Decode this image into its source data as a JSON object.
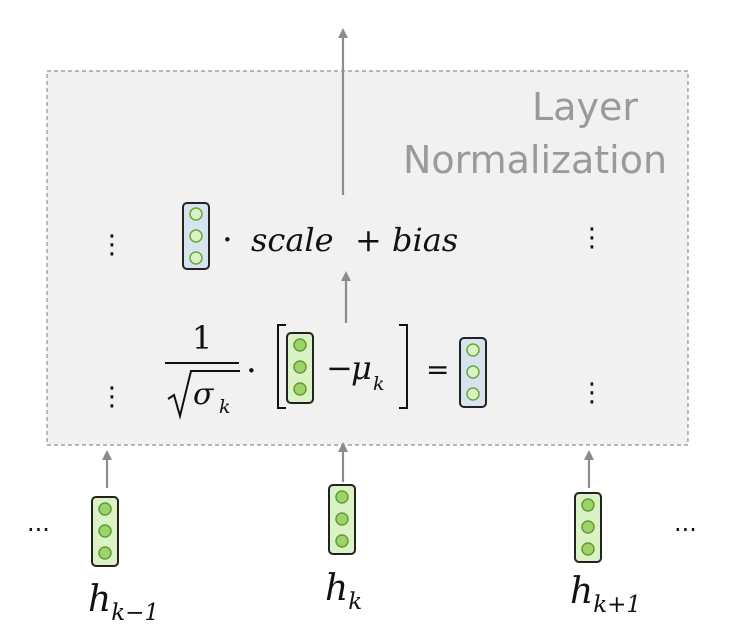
{
  "title": {
    "line1": "Layer",
    "line2": "Normalization"
  },
  "formula_top": {
    "dot": "·",
    "scale": "scale",
    "plus": "+",
    "bias": "bias"
  },
  "formula_bottom": {
    "numerator": "1",
    "sigma": "σ",
    "sigma_sub": "k",
    "dot": "·",
    "minus": "−",
    "mu": "μ",
    "mu_sub": "k",
    "equals": "="
  },
  "inputs": [
    {
      "main": "h",
      "sub": "k−1"
    },
    {
      "main": "h",
      "sub": "k"
    },
    {
      "main": "h",
      "sub": "k+1"
    }
  ],
  "ellipsis": {
    "left": "...",
    "right": "...",
    "vertical": "⋮"
  },
  "colors": {
    "green_fill": "#daf2c4",
    "green_circle": "#9ed36c",
    "blue_fill": "#d7e3ef",
    "box_bg": "#f1f1f1",
    "box_border": "#8f8f8f",
    "arrow": "#8c8c8c",
    "title": "#9a9a9a"
  }
}
